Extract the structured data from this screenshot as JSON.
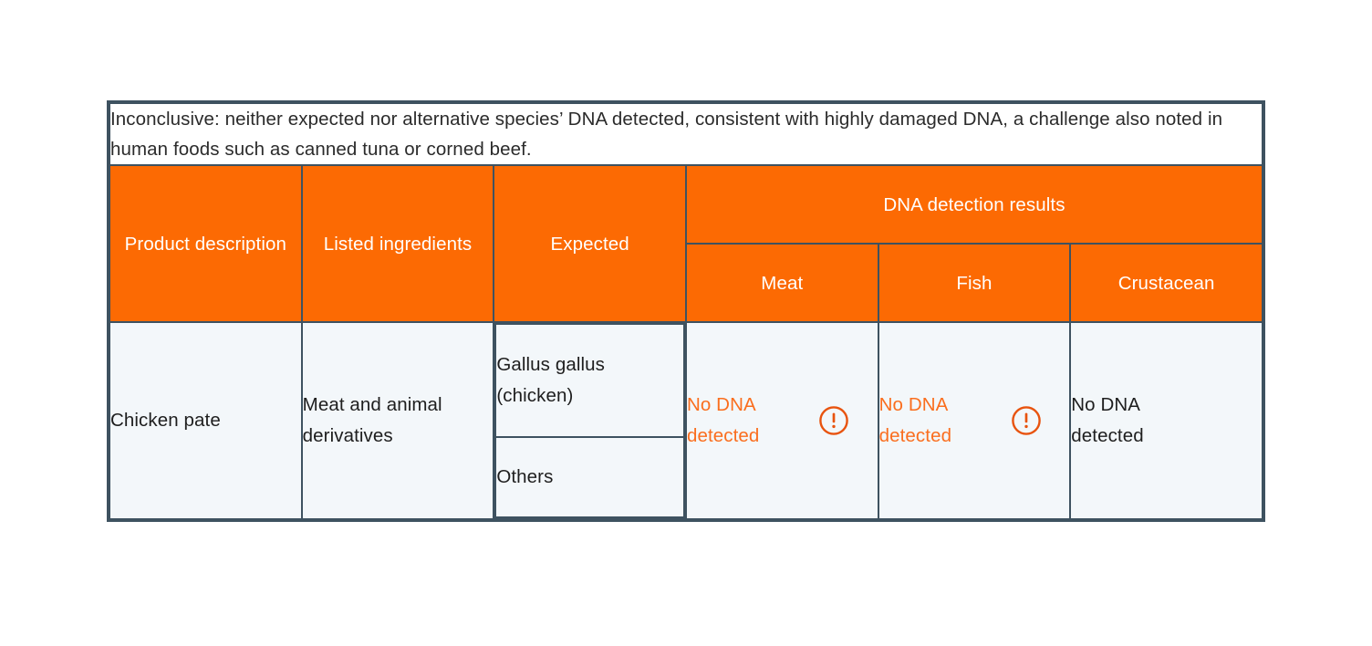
{
  "theme": {
    "header_bg": "#FC6A03",
    "border": "#3E5260",
    "body_bg": "#F3F7FA",
    "alert_text": "#FA6E1E",
    "body_text": "#1E1E1E",
    "caption_text": "#2B2B2B",
    "header_text": "#FFFFFF"
  },
  "caption": {
    "text": "Inconclusive: neither expected nor alternative species’ DNA detected, consistent with highly damaged DNA, a challenge also noted in human foods such as canned tuna or corned beef."
  },
  "table": {
    "headers": {
      "product_description": "Product description",
      "listed_ingredients": "Listed ingredients",
      "expected": "Expected",
      "dna_group": "DNA detection results",
      "meat": "Meat",
      "fish": "Fish",
      "crustacean": "Crustacean"
    },
    "rows": [
      {
        "product_description": "Chicken pate",
        "listed_ingredients": "Meat and animal derivatives",
        "expected_primary": "Gallus gallus (chicken)",
        "expected_secondary": "Others",
        "meat": {
          "text": "No DNA detected",
          "alert": true,
          "icon": "warning-circle-icon"
        },
        "fish": {
          "text": "No DNA detected",
          "alert": true,
          "icon": "warning-circle-icon"
        },
        "crustacean": {
          "text": "No DNA detected",
          "alert": false,
          "icon": null
        }
      }
    ]
  }
}
